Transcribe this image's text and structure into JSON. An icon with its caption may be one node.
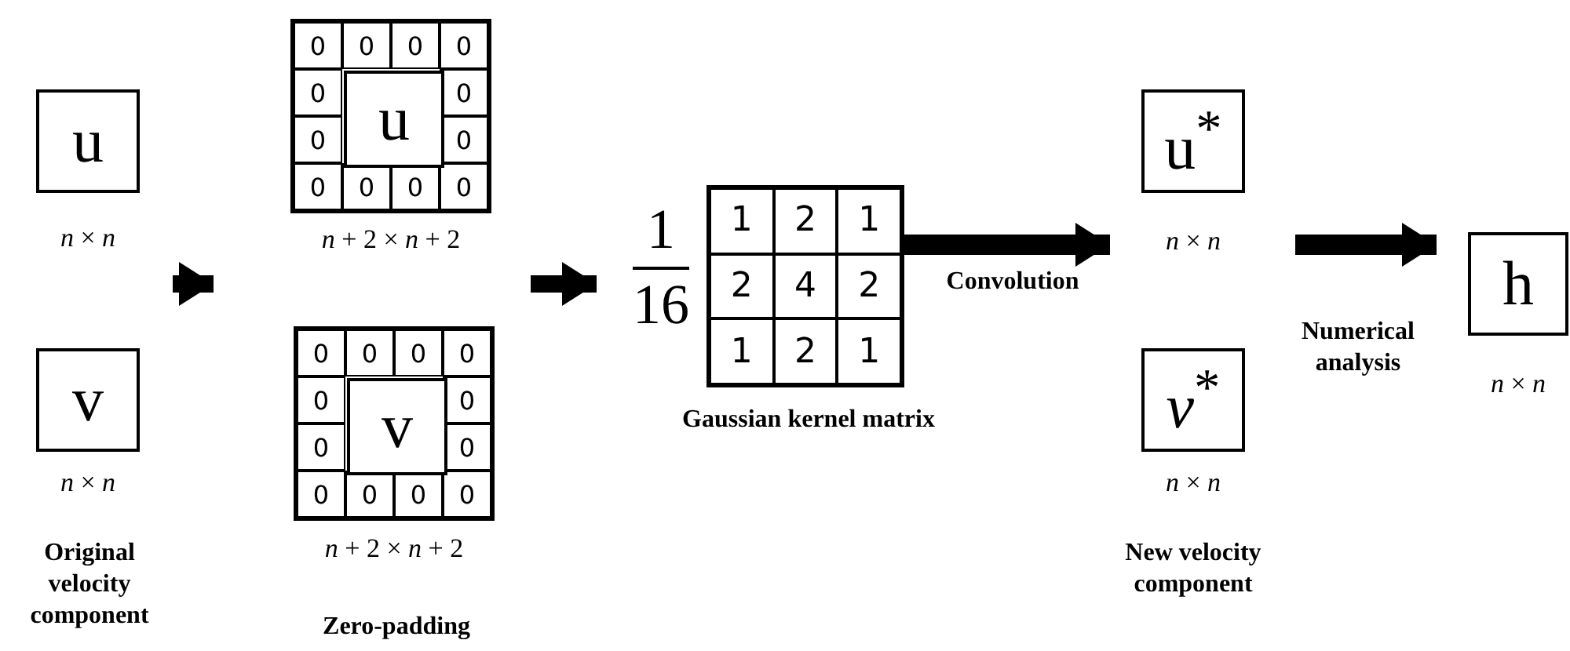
{
  "diagram": {
    "nodes": [
      {
        "text": [
          "u"
        ],
        "beside": [
          "*n* × *n*"
        ]
      },
      {
        "text": [
          "v"
        ],
        "beside": [
          "*n* × *n*"
        ]
      },
      {
        "text": [
          "0",
          "0",
          "0",
          "0",
          "0",
          "0",
          "0",
          "0",
          "0",
          "0",
          "0",
          "0"
        ],
        "beside": [
          "*n* + 2 × *n* + 2"
        ]
      },
      {
        "text": [
          "u"
        ],
        "in": 2
      },
      {
        "text": [
          "0",
          "0",
          "0",
          "0",
          "0",
          "0",
          "0",
          "0",
          "0",
          "0",
          "0",
          "0"
        ],
        "beside": [
          "*n* + 2 × *n* + 2"
        ]
      },
      {
        "text": [
          "v"
        ],
        "in": 4
      },
      {
        "text": [
          "1",
          "2",
          "1",
          "2",
          "4",
          "2",
          "1",
          "2",
          "1"
        ],
        "beside": [
          "1",
          "16",
          "Gaussian kernel matrix"
        ]
      },
      {
        "text": [
          "u$^{*}$"
        ],
        "beside": [
          "*n* × *n*"
        ]
      },
      {
        "text": [
          "*v*$^{*}$"
        ],
        "beside": [
          "*n* × *n*"
        ]
      },
      {
        "text": [
          "h"
        ],
        "beside": [
          "*n* × *n*"
        ]
      }
    ],
    "edges": [
      {
        "from": null,
        "to": 6,
        "arrow": "to"
      },
      {
        "from": 6,
        "to": 7,
        "arrow": "to",
        "label": "Convolution"
      },
      {
        "from": null,
        "to": 9,
        "arrow": "to",
        "label": "Numerical analysis"
      }
    ],
    "labels": [
      "Original velocity component",
      "Zero-padding",
      "New velocity component"
    ]
  }
}
